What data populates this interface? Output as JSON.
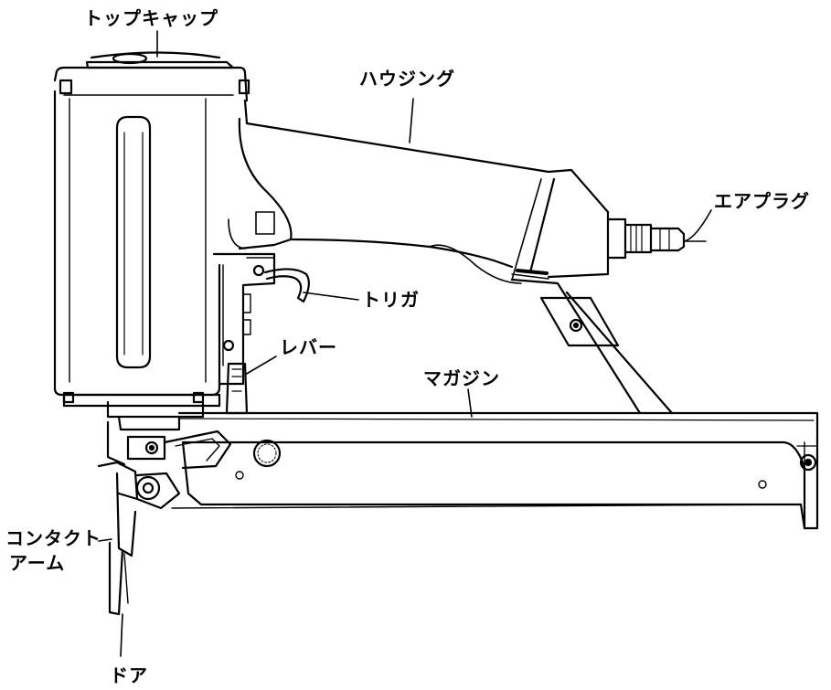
{
  "labels": {
    "top_cap": "トップキャップ",
    "housing": "ハウジング",
    "air_plug": "エアプラグ",
    "trigger": "トリガ",
    "lever": "レバー",
    "magazine": "マガジン",
    "contact_arm_line1": "コンタクト",
    "contact_arm_line2": "アーム",
    "door": "ドア"
  }
}
